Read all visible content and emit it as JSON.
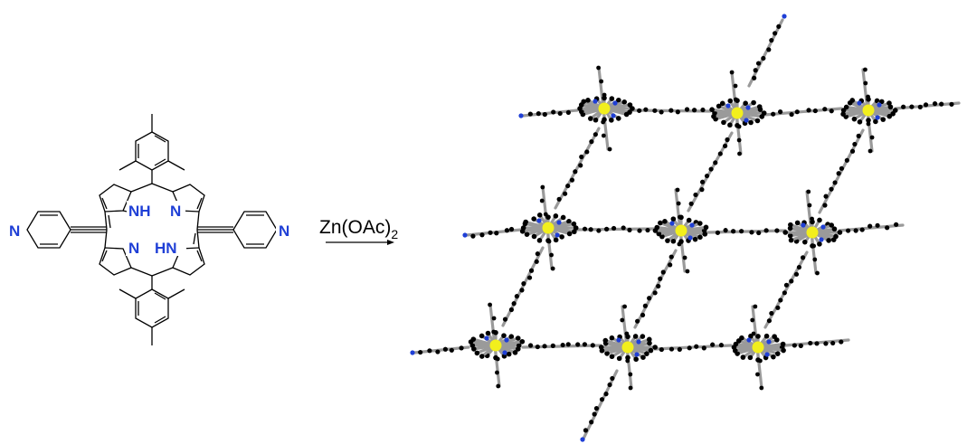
{
  "molecule": {
    "pyridine_n_left": "N",
    "pyridine_n_right": "N",
    "nh_top": "NH",
    "n_top": "N",
    "n_bottom": "N",
    "hn_bottom": "HN"
  },
  "reaction": {
    "reagent": "Zn(OAc)",
    "reagent_subscript": "2"
  },
  "colors": {
    "atom_label": "#1f3fd6",
    "zinc": "#f2ef1d",
    "carbon": "#000000",
    "nitrogen": "#1f3fd6",
    "bond_stick": "#9a9a9a"
  }
}
